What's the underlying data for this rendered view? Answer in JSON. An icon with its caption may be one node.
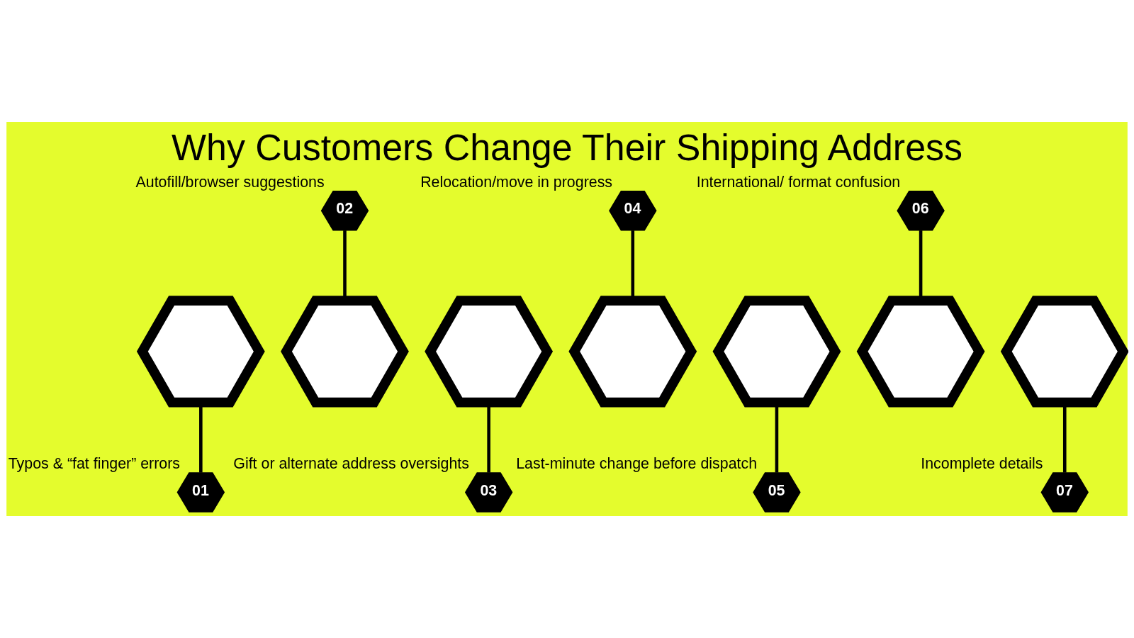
{
  "diagram": {
    "title": "Why Customers Change Their Shipping Address",
    "nodes": [
      {
        "text": [],
        "shape": "hexagon"
      },
      {
        "text": [
          "01"
        ],
        "beside": [
          "Typos & “fat finger” errors"
        ]
      },
      {
        "text": [],
        "shape": "hexagon"
      },
      {
        "text": [
          "02"
        ],
        "beside": [
          "Autofill/browser suggestions"
        ]
      },
      {
        "text": [],
        "shape": "hexagon"
      },
      {
        "text": [
          "03"
        ],
        "beside": [
          "Gift or alternate address oversights"
        ]
      },
      {
        "text": [],
        "shape": "hexagon"
      },
      {
        "text": [
          "04"
        ],
        "beside": [
          "Relocation/move in progress"
        ]
      },
      {
        "text": [],
        "shape": "hexagon"
      },
      {
        "text": [
          "05"
        ],
        "beside": [
          "Last-minute change before dispatch"
        ]
      },
      {
        "text": [],
        "shape": "hexagon"
      },
      {
        "text": [
          "06"
        ],
        "beside": [
          "International/ format confusion"
        ]
      },
      {
        "text": [],
        "shape": "hexagon"
      },
      {
        "text": [
          "07"
        ],
        "beside": [
          "Incomplete details"
        ]
      }
    ],
    "edges": [
      {
        "from": 0,
        "to": 1,
        "arrow": "none"
      },
      {
        "from": 3,
        "to": 2,
        "arrow": "none"
      },
      {
        "from": 4,
        "to": 5,
        "arrow": "none"
      },
      {
        "from": 7,
        "to": 6,
        "arrow": "none"
      },
      {
        "from": 8,
        "to": 9,
        "arrow": "none"
      },
      {
        "from": 11,
        "to": 10,
        "arrow": "none"
      },
      {
        "from": 12,
        "to": 13,
        "arrow": "none"
      }
    ]
  }
}
